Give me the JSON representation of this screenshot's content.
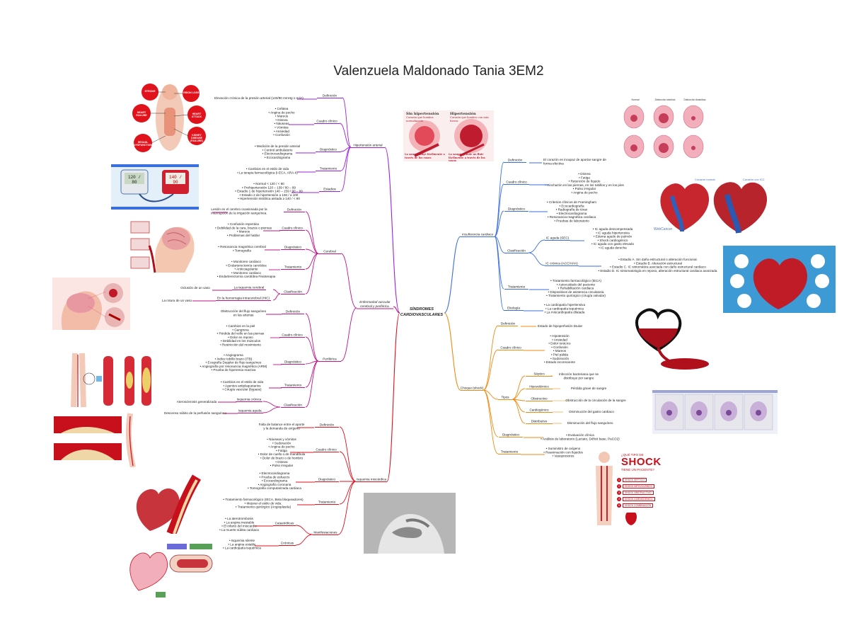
{
  "title": "Valenzuela Maldonado Tania 3EM2",
  "center": [
    "SÍNDROMES",
    "CARDIOVASCULARES"
  ],
  "colors": {
    "purple": "#a020d8",
    "magenta": "#c0158a",
    "red": "#e0101c",
    "blue": "#3a6fe0",
    "orange": "#f08a10"
  },
  "hipertension": {
    "label": "Hipertensión arterial",
    "definicion": {
      "label": "Definición",
      "items": [
        "Elevación crónica de la presión arterial (140/90 mmHg o más)"
      ]
    },
    "cuadro": {
      "label": "Cuadro clínico",
      "items": [
        "• Cefalea",
        "• Angina de pecho",
        "• Mareos",
        "• Disnea",
        "• Náuseas",
        "• Vómitos",
        "• Ansiedad",
        "• Confusión"
      ]
    },
    "diagnostico": {
      "label": "Diagnóstico",
      "items": [
        "• Medición de la presión arterial",
        "• Control ambulatorio",
        "• Electrocardiograma",
        "• Ecocardiograma"
      ]
    },
    "tratamiento": {
      "label": "Tratamiento",
      "items": [
        "• Cambios en el estilo de vida",
        "• La terapia farmacológica (I-ECA, ARA-II)"
      ]
    },
    "estadios": {
      "label": "Estadios",
      "items": [
        "• Normal < 120 / < 80",
        "• Prehipertensión 120 – 139 / 80 – 89",
        "• Estadio 1 de hipertensión 140 – 159 / 90 – 99",
        "• Estadio 2 de hipertensión ≥ 160 / ≥ 100",
        "• Hipertensión sistólica aislada ≥ 140 / < 90"
      ]
    }
  },
  "enfermedad_vascular": {
    "label": [
      "Enfermedad vascular",
      "cerebral y periférica."
    ],
    "cerebral": {
      "label": "Cerebral",
      "definicion": {
        "label": "Definición",
        "items": [
          "Lesión en el cerebro ocasionada por la",
          "interrupción de la irrigación sanguínea."
        ]
      },
      "cuadro": {
        "label": "Cuadro clínico",
        "items": [
          "• Confusión repentina",
          "• Debilidad de la cara, brazos o piernas",
          "• Mareos",
          "• Problemas del hablar"
        ]
      },
      "diagnostico": {
        "label": "Diagnóstico",
        "items": [
          "• Resonancia magnética cerebral",
          "• Tomografía"
        ]
      },
      "tratamiento": {
        "label": "Tratamiento",
        "items": [
          "• Monitoreo cardiaco",
          "• Endarterectomía carotídea",
          "• Anticoagulante",
          "• Monitoreo cardiaco",
          "• Endarterectomía carotídea Fisioterapia"
        ]
      },
      "clasificacion": {
        "label": "Clasificación",
        "isquemia": "La isquemia cerebral",
        "isquemia_desc": "Oclusión de un vaso",
        "hemorragia": "En la hemorragia intracerebral (HIC)",
        "hemorragia_desc": "La rotura de un vaso"
      }
    },
    "periferica": {
      "label": "Periférica",
      "definicion": {
        "label": "Definición",
        "items": [
          "Obstrucción del flujo sanguíneo",
          "en las arterias"
        ]
      },
      "cuadro": {
        "label": "Cuadro clínico",
        "items": [
          "• Cambios en la piel",
          "• Gangrena",
          "• Pérdida del vello en las piernas",
          "• Dolor en reposo",
          "• Debilidad en los músculos",
          "• Restricción del movimiento"
        ]
      },
      "diagnostico": {
        "label": "Diagnóstico",
        "items": [
          "• Angiograma",
          "• Índice tobillo brazo (ITB)",
          "• Ecografía Doppler de flujo sanguíneo",
          "• Angiografía por resonancia magnética (ARM)",
          "• Prueba de hiperemia reactiva"
        ]
      },
      "tratamiento": {
        "label": "Tratamiento",
        "items": [
          "• Cambios en el estilo de vida",
          "• Agentes antiplaquetarios",
          "• Cirugía vascular (bypass)"
        ]
      },
      "clasificacion": {
        "label": "Clasificación",
        "cronica": "Isquemia crónica",
        "cronica_desc": "Aterosclerosis generalizada",
        "aguda": "isquemia aguda.",
        "aguda_desc": "Descenso súbito de la perfusión sanguínea"
      }
    }
  },
  "isquemia_miocardica": {
    "label": "Isquemia miocárdica",
    "definicion": {
      "label": "Definición",
      "items": [
        "Falta de balance entre el aporte",
        "y la demanda de oxígeno"
      ]
    },
    "cuadro": {
      "label": "Cuadro clínico",
      "items": [
        "• Náuseas y vómitos",
        "• Sudoración",
        "• Angina de pecho",
        "• Fatiga",
        "• Dolor de cuello o de mandíbula",
        "• Dolor de brazo o de hombro",
        "• Disnea",
        "• Pulso irregular"
      ]
    },
    "diagnostico": {
      "label": "Diagnóstico",
      "items": [
        "• Electrocardiograma",
        "• Prueba de esfuerzo",
        "• Ecocardiograma",
        "• Angiografía coronaria",
        "• Tomografía computarizada cardiaca"
      ]
    },
    "tratamiento": {
      "label": "Tratamiento",
      "items": [
        "• Tratamiento farmacológico (IECA, Beta bloqueadores)",
        "• Mejorar el estilo de vida.",
        "• Tratamiento quirúrgico (Angioplastía)"
      ]
    },
    "manifestaciones": {
      "label": "Manifestaciones",
      "catastroficas": {
        "label": "Catastróficas",
        "items": [
          "• La aterotrombosis",
          "• La angina inestable",
          "• El infarto del miocardio",
          "• La muerte súbita cardiaca"
        ]
      },
      "cronicas": {
        "label": "Crónicas",
        "items": [
          "• Isquemia silente",
          "• La angina estable",
          "• La cardiopatía isquémica"
        ]
      }
    }
  },
  "insuficiencia": {
    "label": "Insuficiencia cardiaca",
    "definicion": {
      "label": "Definición",
      "items": [
        "El corazón es incapaz de aportar sangre de",
        "forma efectiva"
      ]
    },
    "cuadro": {
      "label": "Cuadro clínico",
      "items": [
        "• Disnea",
        "• Fatiga",
        "• Retención de líquido",
        "• Hinchazón en las piernas, en los tobillos y en los pies",
        "• Pulso irregular",
        "• Angina de pecho"
      ]
    },
    "diagnostico": {
      "label": "Diagnóstico",
      "items": [
        "• Criterios clínicos de Framingham",
        "• Ecocardiografía",
        "• Radiografía de tórax",
        "• Electrocardiograma",
        "• Resonancia magnética cardiaca",
        "• Pruebas de laboratorio"
      ]
    },
    "clasificacion": {
      "label": "Clasificación",
      "aguda": {
        "label": "IC aguda (SEC)",
        "items": [
          "• IC aguda descompensada",
          "• IC aguda hipertensiva",
          "• Edema agudo de pulmón",
          "• Shock cardiogénico",
          "• IC aguda con gasto elevado",
          "• IC aguda derecha"
        ]
      },
      "cronica": {
        "label": "IC crónica (ACC/AHA)",
        "items": [
          "• Estadio A. Sin daño estructural o alteración funcional.",
          "• Estadio B. Alteración estructural",
          "• Estadio C. IC sintomática asociada con daño estructural cardiaco",
          "• Estadio D. IC sintomatología en reposo, alteración estructural cardiaca avanzada."
        ]
      }
    },
    "tratamiento": {
      "label": "Tratamiento",
      "items": [
        "• Tratamiento farmacológico (IECA)",
        "• Autocuidado del paciente",
        "• Rehabilitación cardiaca",
        "• Dispositivos de asistencia circulatoria",
        "• Tratamiento quirúrgico (cirugía valvular)"
      ]
    },
    "etiologia": {
      "label": "Etiología",
      "items": [
        "• La cardiopatía hipertensiva",
        "• La cardiopatía isquémica",
        "• La miocardiopatía dilatada"
      ]
    }
  },
  "choque": {
    "label": "Choque (shock)",
    "definicion": {
      "label": "Definición",
      "items": [
        "Estado de hipoperfusión tisular"
      ]
    },
    "cuadro": {
      "label": "Cuadro clínico",
      "items": [
        "• Hipotensión",
        "• Ansiedad",
        "• Dolor torácico",
        "• Confusión",
        "• Mareos",
        "• Piel pálida",
        "• Sudoración",
        "• Estado inconsciente"
      ]
    },
    "tipos": {
      "label": "Tipos",
      "septico": {
        "label": "Séptico",
        "items": [
          "Infección bacteriana que se",
          "distribuye por sangre"
        ]
      },
      "hipovolemico": {
        "label": "Hipovolémico",
        "items": [
          "Pérdida grave de sangre"
        ]
      },
      "obstructivo": {
        "label": "Obstructivo",
        "items": [
          "Obstrucción de la circulación de la sangre"
        ]
      },
      "cardiogenico": {
        "label": "Cardiogénico",
        "items": [
          "Disminución del gasto cardiaco"
        ]
      },
      "distributivo": {
        "label": "Distributivo",
        "items": [
          "Disminución del flujo sanguíneo"
        ]
      }
    },
    "diagnostico": {
      "label": "Diagnóstico",
      "items": [
        "• Evaluación clínica",
        "• Análisis de laboratorio (Lactato, Déficit base, PaCO2)"
      ]
    },
    "tratamiento": {
      "label": "Tratamiento",
      "items": [
        "• Suministro de oxígeno",
        "• Reanimación con líquidos",
        "• Vasopresores"
      ]
    }
  },
  "images": {
    "img1": {
      "labels": [
        "STROKE",
        "VISION LOSS",
        "HEART FAILURE",
        "HEART ATTACK",
        "KIDNEY DISEASE (FAILURE)",
        "SEXUAL DYSFUNCTION"
      ]
    },
    "img2": {
      "readout_left": "120 / 80",
      "readout_right": "140 / 90"
    },
    "img6": {
      "titles": [
        "Sin hipertensión",
        "Hipertensión"
      ],
      "subs": [
        "Corazón que bombea normalmente",
        "Corazón que bombea con más fuerza"
      ],
      "captions": [
        "La sangre fluye fácilmente a través de los vasos",
        "La sangre puede no fluir fácilmente a través de los vasos"
      ]
    },
    "img7": {
      "cols": [
        "Normal",
        "Disfunción sistólica",
        "Disfunción diastólica"
      ]
    },
    "img8": {
      "labels": [
        "Corazón normal",
        "Corazón con ICC"
      ],
      "brand": "WebCancer"
    },
    "img12": {
      "pre": "¿QUÉ TIPO DE",
      "big": "SHOCK",
      "post": "TIENE UN PACIENTE?",
      "items": [
        "SHOCK SÉPTICO",
        "SHOCK HIPOVOLÉMICO",
        "SHOCK OBSTRUCTIVO",
        "SHOCK CARDIOGÉNICO",
        "SHOCK COMBINACIÓN"
      ]
    }
  }
}
